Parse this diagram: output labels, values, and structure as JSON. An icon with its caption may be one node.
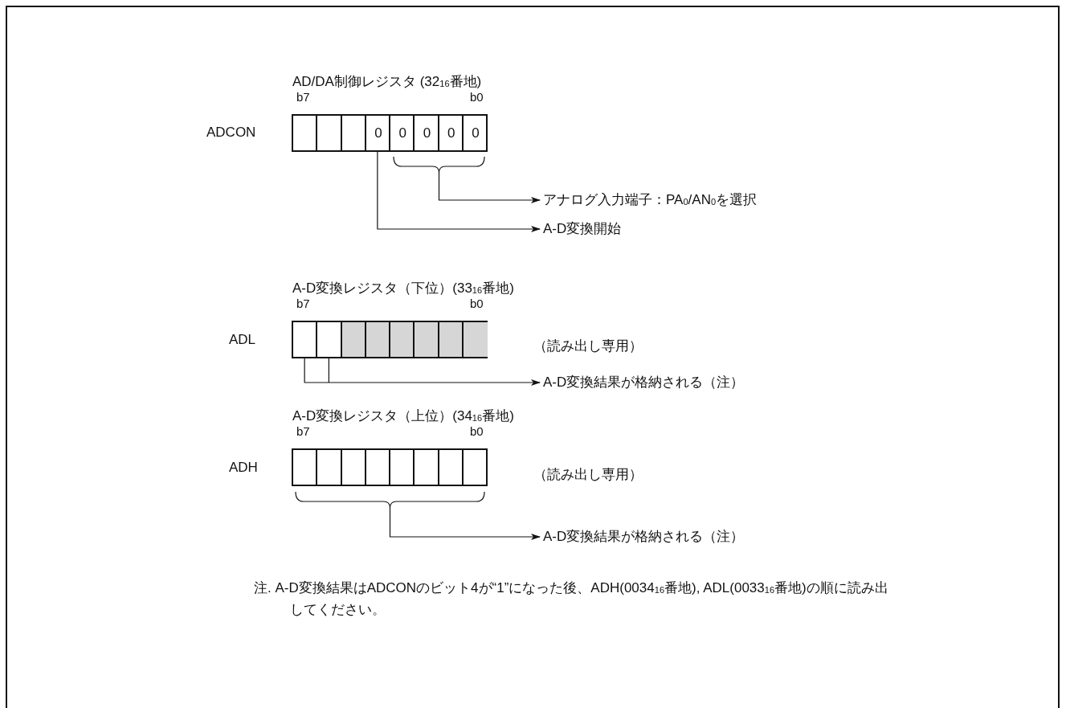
{
  "diagram": {
    "nodes": [
      {
        "text": [],
        "shape": "box",
        "beside": [
          "AD/DA制御レジスタ (32$_{16}$番地)",
          "b7",
          "b0",
          "ADCON"
        ]
      },
      {
        "text": [],
        "shape": "box",
        "in": 0
      },
      {
        "text": [],
        "shape": "box",
        "in": 0
      },
      {
        "text": [],
        "shape": "box",
        "in": 0
      },
      {
        "text": [
          "0"
        ],
        "in": 0
      },
      {
        "text": [
          "0"
        ],
        "in": 0
      },
      {
        "text": [
          "0"
        ],
        "in": 0
      },
      {
        "text": [
          "0"
        ],
        "in": 0
      },
      {
        "text": [
          "0"
        ],
        "in": 0
      },
      {
        "text": [],
        "shape": "brace"
      },
      {
        "text": [
          "アナログ入力端子：PA$_{0}$/AN$_{0}$を選択"
        ]
      },
      {
        "text": [
          "A-D変換開始"
        ]
      },
      {
        "text": [],
        "shape": "box",
        "beside": [
          "A-D変換レジスタ（下位）(33$_{16}$番地)",
          "b7",
          "b0",
          "ADL"
        ]
      },
      {
        "text": [],
        "shape": "box",
        "in": 12
      },
      {
        "text": [],
        "shape": "box",
        "in": 12
      },
      {
        "text": [],
        "shape": "box",
        "in": 12
      },
      {
        "text": [],
        "shape": "box",
        "in": 12
      },
      {
        "text": [],
        "shape": "box",
        "in": 12
      },
      {
        "text": [],
        "shape": "box",
        "in": 12
      },
      {
        "text": [],
        "shape": "box",
        "in": 12
      },
      {
        "text": [],
        "shape": "box",
        "in": 12
      },
      {
        "text": [
          "A-D変換結果が格納される（注）"
        ]
      },
      {
        "text": [],
        "shape": "box",
        "beside": [
          "A-D変換レジスタ（上位）(34$_{16}$番地)",
          "b7",
          "b0",
          "ADH"
        ]
      },
      {
        "text": [],
        "shape": "box",
        "in": 22
      },
      {
        "text": [],
        "shape": "box",
        "in": 22
      },
      {
        "text": [],
        "shape": "box",
        "in": 22
      },
      {
        "text": [],
        "shape": "box",
        "in": 22
      },
      {
        "text": [],
        "shape": "box",
        "in": 22
      },
      {
        "text": [],
        "shape": "box",
        "in": 22
      },
      {
        "text": [],
        "shape": "box",
        "in": 22
      },
      {
        "text": [],
        "shape": "box",
        "in": 22
      },
      {
        "text": [],
        "shape": "brace"
      },
      {
        "text": [
          "A-D変換結果が格納される（注）"
        ]
      }
    ],
    "edges": [
      {
        "from": 9,
        "to": 10,
        "arrow": "to"
      },
      {
        "from": 4,
        "to": 11,
        "arrow": "to"
      },
      {
        "from": 13,
        "to": 21,
        "arrow": "to"
      },
      {
        "from": 14,
        "to": 21,
        "arrow": "to"
      },
      {
        "from": 31,
        "to": 32,
        "arrow": "to"
      }
    ],
    "labels": [
      "（読み出し専用）",
      "（読み出し専用）",
      "注. A-D変換結果はADCONのビット4が“1”になった後、ADH(0034$_{16}$番地), ADL(0033$_{16}$番地)の順に読み出してください。"
    ]
  }
}
